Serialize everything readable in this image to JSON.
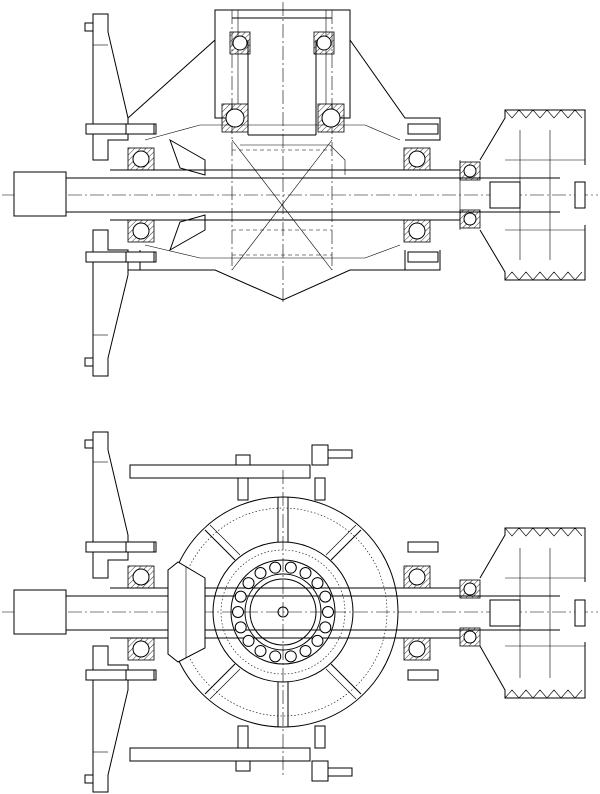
{
  "drawing": {
    "views": [
      "top-section",
      "bottom-section"
    ],
    "line_color": "#000000",
    "background": "#ffffff",
    "roller_count": 18
  }
}
